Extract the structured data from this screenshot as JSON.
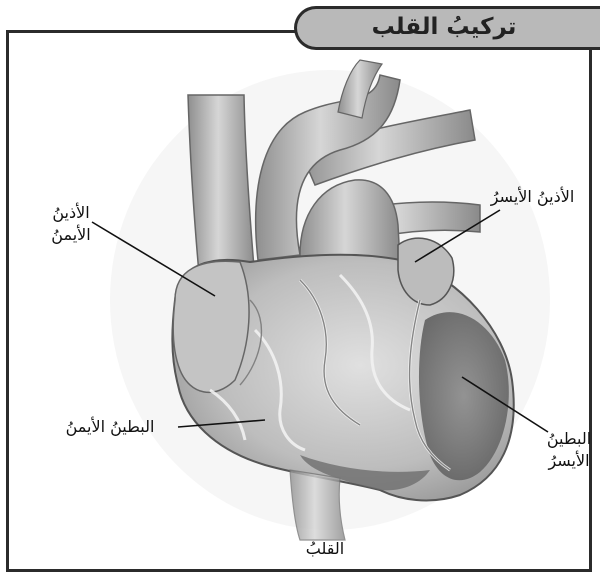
{
  "title": "تركيبُ القلب",
  "caption": "القلبُ",
  "labels": {
    "right_atrium": [
      "الأذينُ",
      "الأيمنُ"
    ],
    "left_atrium": "الأذينُ الأيسرُ",
    "right_ventricle": "البطينُ الأيمنُ",
    "left_ventricle": [
      "البطينُ",
      "الأيسرُ"
    ]
  },
  "colors": {
    "frame": "#2b2b2b",
    "title_tab": "#b9b9b9",
    "heart_fill": "#c9c9c9",
    "vessel_fill": "#a9a9a9",
    "dark_region": "#707070"
  }
}
